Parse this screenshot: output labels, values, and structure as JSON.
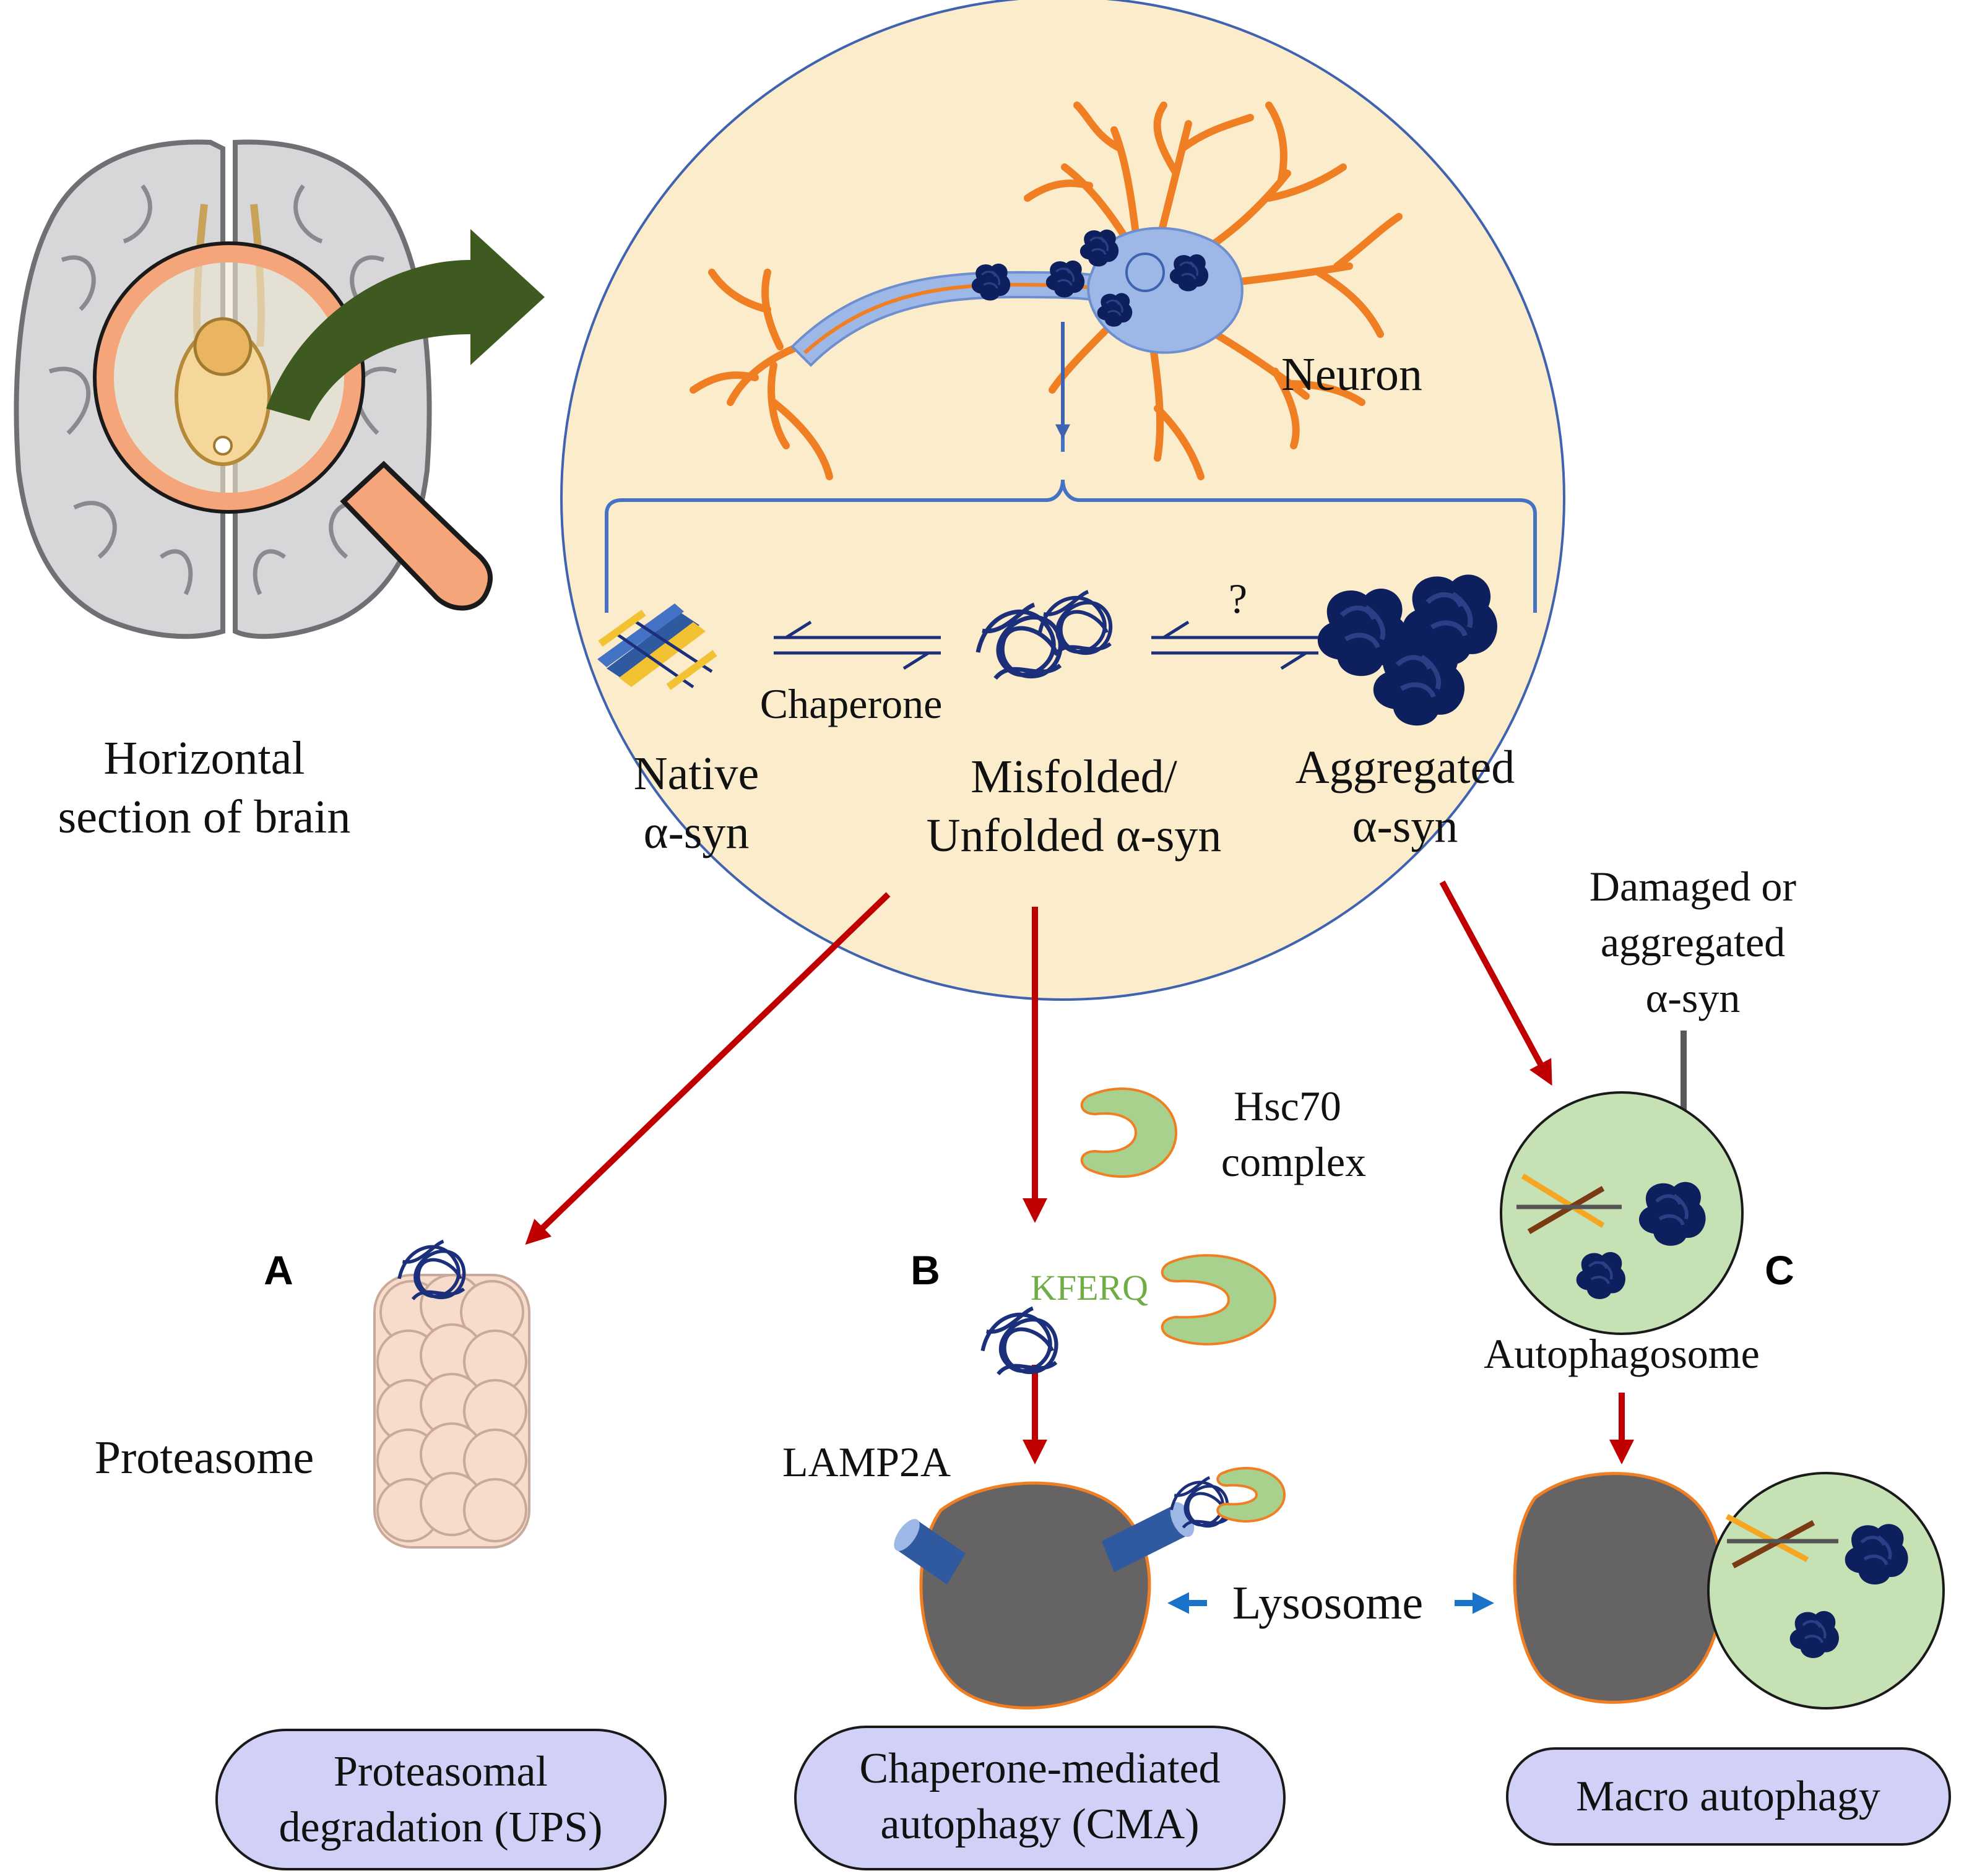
{
  "colors": {
    "zoom_circle_fill": "#fbeccb",
    "zoom_circle_stroke": "#3f63b0",
    "neuron_dendrite": "#f07f24",
    "neuron_body": "#9db7e6",
    "aggregate": "#0d1f5c",
    "red_arrow": "#c00000",
    "green_arrow": "#3e5a21",
    "blue_bracket": "#4472c4",
    "pill_fill": "#d1d1f7",
    "lysosome": "#656363",
    "lysosome_edge": "#f07f24",
    "autophagosome": "#c6e2b5",
    "hsc70": "#a9d18e",
    "lamp2a": "#2f5aa0",
    "kferq_text": "#70ad47",
    "lysosome_arrow": "#1a73c9",
    "proteasome": "#f8dccb"
  },
  "brain": {
    "label_line1": "Horizontal",
    "label_line2": "section of brain",
    "icons": [
      "brain-icon",
      "magnifying-glass-icon"
    ]
  },
  "neuron": {
    "label": "Neuron"
  },
  "equilibrium": {
    "chaperone_label": "Chaperone",
    "question_mark": "?",
    "native_line1": "Native",
    "native_line2": "α-syn",
    "misfolded_line1": "Misfolded/",
    "misfolded_line2": "Unfolded  α-syn",
    "aggregated_line1": "Aggregated",
    "aggregated_line2": "α-syn"
  },
  "panel_a": {
    "letter": "A",
    "proteasome_label": "Proteasome",
    "pathway_line1": "Proteasomal",
    "pathway_line2": "degradation (UPS)"
  },
  "panel_b": {
    "letter": "B",
    "hsc70_line1": "Hsc70",
    "hsc70_line2": "complex",
    "kferq_label": "KFERQ",
    "lamp2a_label": "LAMP2A",
    "pathway_line1": "Chaperone-mediated",
    "pathway_line2": "autophagy (CMA)"
  },
  "panel_c": {
    "letter": "C",
    "damaged_line1": "Damaged or",
    "damaged_line2": "aggregated",
    "damaged_line3": "α-syn",
    "autophagosome_label": "Autophagosome",
    "pathway_label": "Macro autophagy"
  },
  "lysosome": {
    "label": "Lysosome"
  }
}
